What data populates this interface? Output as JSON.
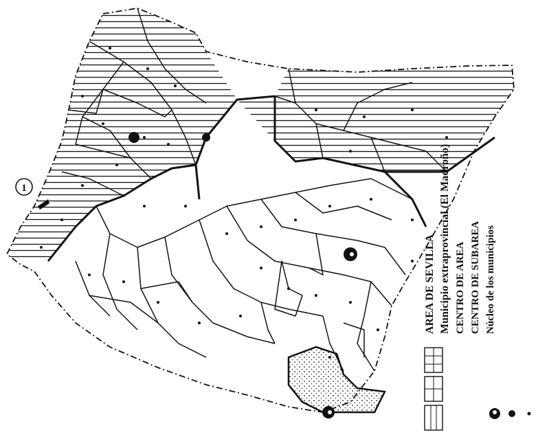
{
  "map": {
    "inset_number": "1"
  },
  "legend": {
    "items": [
      {
        "label": "AREA DE SEVILLA"
      },
      {
        "label": "Municipio extraprovincial (El Madroño)"
      },
      {
        "label": "CENTRO DE AREA"
      },
      {
        "label": "CENTRO DE SUBAREA"
      },
      {
        "label": "Núcleo de los municipios"
      }
    ]
  },
  "colors": {
    "ink": "#111111",
    "paper": "#ffffff"
  }
}
